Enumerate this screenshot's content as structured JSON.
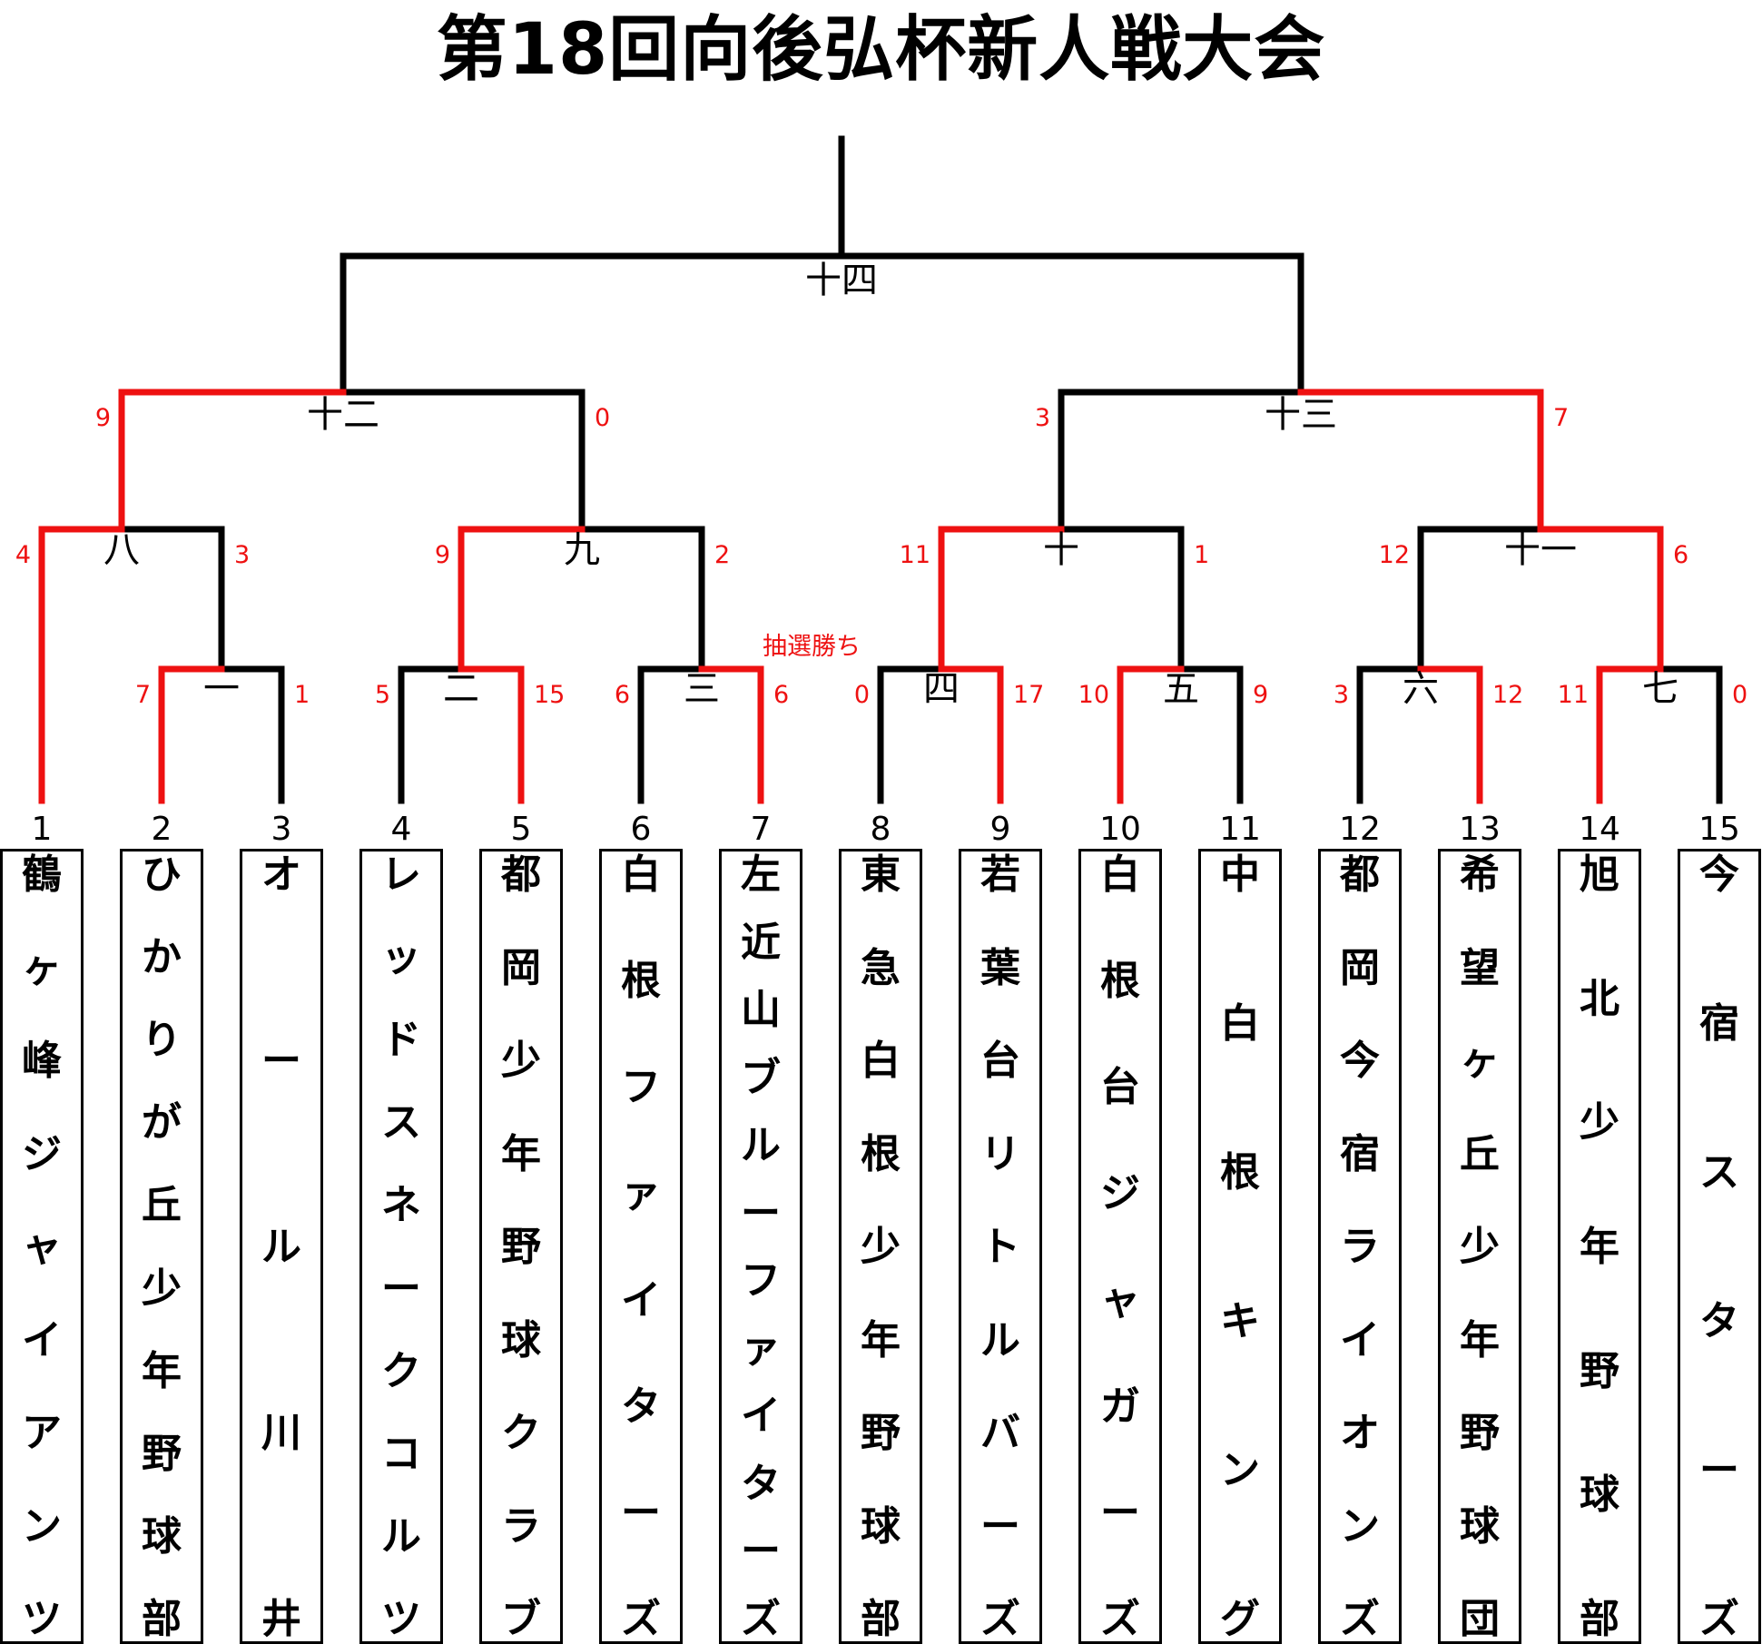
{
  "title": "第18回向後弘杯新人戦大会",
  "colors": {
    "winner_line": "#ee1111",
    "loser_line": "#000000",
    "score_text": "#ee1111"
  },
  "teams": [
    {
      "seed": "1",
      "name": "鶴ヶ峰ジャイアンツ"
    },
    {
      "seed": "2",
      "name": "ひかりが丘少年野球部"
    },
    {
      "seed": "3",
      "name": "オール川井"
    },
    {
      "seed": "4",
      "name": "レッドスネークコルツ"
    },
    {
      "seed": "5",
      "name": "都岡少年野球クラブ"
    },
    {
      "seed": "6",
      "name": "白根ファイターズ"
    },
    {
      "seed": "7",
      "name": "左近山ブルーファイターズ"
    },
    {
      "seed": "8",
      "name": "東急白根少年野球部"
    },
    {
      "seed": "9",
      "name": "若葉台リトルバーズ"
    },
    {
      "seed": "10",
      "name": "白根台ジャガーズ"
    },
    {
      "seed": "11",
      "name": "中白根キング"
    },
    {
      "seed": "12",
      "name": "都岡今宿ライオンズ"
    },
    {
      "seed": "13",
      "name": "希望ヶ丘少年野球団"
    },
    {
      "seed": "14",
      "name": "旭北少年野球部"
    },
    {
      "seed": "15",
      "name": "今宿スターズ"
    }
  ],
  "matches": {
    "m1": {
      "label": "一",
      "left_score": "7",
      "right_score": "1",
      "winner": "left"
    },
    "m2": {
      "label": "二",
      "left_score": "5",
      "right_score": "15",
      "winner": "right"
    },
    "m3": {
      "label": "三",
      "left_score": "6",
      "right_score": "6",
      "winner": "right",
      "note": "抽選勝ち"
    },
    "m4": {
      "label": "四",
      "left_score": "0",
      "right_score": "17",
      "winner": "right"
    },
    "m5": {
      "label": "五",
      "left_score": "10",
      "right_score": "9",
      "winner": "left"
    },
    "m6": {
      "label": "六",
      "left_score": "3",
      "right_score": "12",
      "winner": "right"
    },
    "m7": {
      "label": "七",
      "left_score": "11",
      "right_score": "0",
      "winner": "left"
    },
    "m8": {
      "label": "八",
      "left_score": "4",
      "right_score": "3",
      "winner": "left"
    },
    "m9": {
      "label": "九",
      "left_score": "9",
      "right_score": "2",
      "winner": "left"
    },
    "m10": {
      "label": "十",
      "left_score": "11",
      "right_score": "1",
      "winner": "left"
    },
    "m11": {
      "label": "十一",
      "left_score": "12",
      "right_score": "6",
      "winner": "right"
    },
    "m12": {
      "label": "十二",
      "left_score": "9",
      "right_score": "0",
      "winner": "left"
    },
    "m13": {
      "label": "十三",
      "left_score": "3",
      "right_score": "7",
      "winner": "right"
    },
    "m14": {
      "label": "十四",
      "left_score": "",
      "right_score": "",
      "winner": "none"
    }
  }
}
